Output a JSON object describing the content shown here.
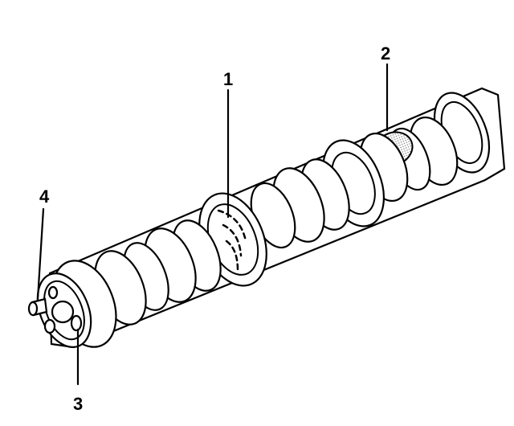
{
  "callouts": [
    {
      "id": "1",
      "label": "1"
    },
    {
      "id": "2",
      "label": "2"
    },
    {
      "id": "3",
      "label": "3"
    },
    {
      "id": "4",
      "label": "4"
    }
  ],
  "colors": {
    "line": "#000000",
    "background": "#ffffff",
    "stipple": "#8a8a8a"
  }
}
